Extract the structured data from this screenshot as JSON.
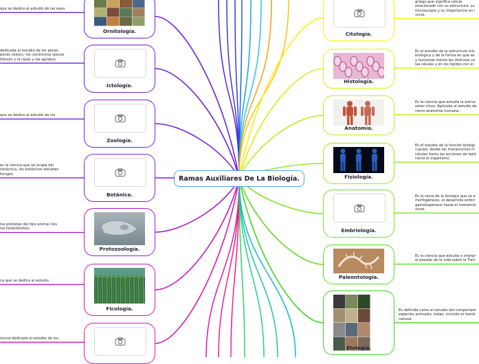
{
  "title": "Ramas Auxiliares De La Biología.",
  "left": [
    {
      "label": "Ornitología.",
      "desc": "que se dedica al estudio de las aves.",
      "color": "#6f1fd6",
      "image": "photo-grid-birds"
    },
    {
      "label": "Ictología.",
      "desc": "dedicada al estudio de los peces.\npeces óseos), los condrictios (peces\ntiburón y la raya) y los agnatos",
      "color": "#6f1fd6",
      "image": "camera-placeholder"
    },
    {
      "label": "Zoología.",
      "desc": "que se dedica al estudio de los",
      "color": "#7a1fd8",
      "image": "camera-placeholder"
    },
    {
      "label": "Botánica.",
      "desc": "es la ciencia que se ocupa del\nneráctica, los botánicos estudian\nhongos.",
      "color": "#8a1fd0",
      "image": "camera-placeholder"
    },
    {
      "label": "Protozoología.",
      "desc": "los protistas del tipo animal (los\nlos heterótrofos).",
      "color": "#a51ac8",
      "image": "photo-protozoan"
    },
    {
      "label": "Ficología.",
      "desc": "ca que se dedica al estudio",
      "color": "#c21ac0",
      "image": "photo-seagrass"
    },
    {
      "label": "",
      "desc": "iencia dedicada al estudio de los",
      "color": "#d61ab4",
      "image": "camera-placeholder"
    }
  ],
  "right": [
    {
      "label": "Citología.",
      "desc": "griego que significa célula\nrelacionado con su estructura, su\nmicroscopio y su importancia en l\nvivos.",
      "color": "#ffee00",
      "image": "camera-placeholder"
    },
    {
      "label": "Histología.",
      "desc": "Es el estudio de la estructura mic\nbiológico y de la forma en que se\ny funcional mente los distintos co\nlas células y en los tejidos con el",
      "color": "#d6f01a",
      "image": "photo-tissue"
    },
    {
      "label": "Anatomía.",
      "desc": "Es la ciencia que estudia la estruc\nseres vivos. Aplicada al estudio de\ncomo anatomía humana.",
      "color": "#b8ee1a",
      "image": "photo-anatomy"
    },
    {
      "label": "Fisiología.",
      "desc": "Es el estudio de la función biológi\ncuerpo, desde los mecanismos m\ncélulas hasta las acciones de tejid\ncomo el organismo.",
      "color": "#98ea1a",
      "image": "photo-physiology"
    },
    {
      "label": "Embriología.",
      "desc": "Es la rama de la biología que se e\nmorfogénesis, el desarrollo embri\ngametogénesis hasta el momento\nvivos.",
      "color": "#78e41a",
      "image": "camera-placeholder"
    },
    {
      "label": "Paleontología.",
      "desc": "Es la ciencia que estudia e interpr\nel pasado de la vida sobre la Tierr",
      "color": "#5ade1a",
      "image": "photo-fossil"
    },
    {
      "label": "Etología.",
      "desc": "Es definida como el estudio del comportam\nespecies animales, todas, incluido el homb\nnatural.",
      "color": "#3ad61a",
      "image": "photo-grid-animals"
    }
  ]
}
